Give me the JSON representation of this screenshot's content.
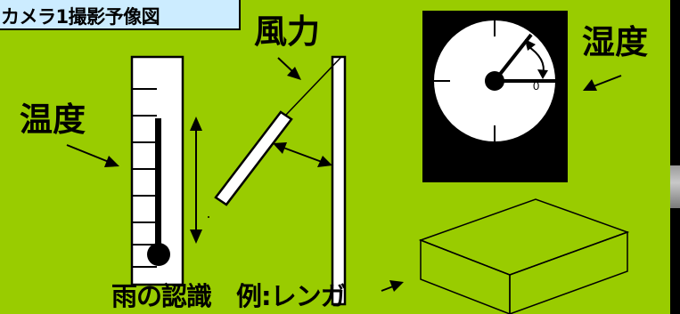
{
  "title": "カメラ1撮影予像図",
  "labels": {
    "wind": "風力",
    "temperature": "温度",
    "humidity": "湿度",
    "rain": "雨の認識　例:レンガ"
  },
  "humidity_gauge_value": "0",
  "colors": {
    "background": "#99CC00",
    "title_box": "#CCECFF",
    "instrument_fill": "#FFFFFF",
    "ink": "#000000"
  }
}
